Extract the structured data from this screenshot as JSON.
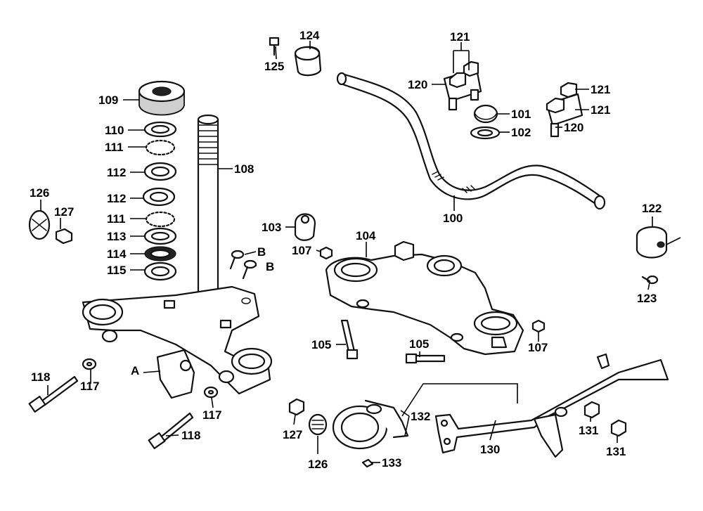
{
  "callouts": [
    {
      "id": "c124",
      "text": "124"
    },
    {
      "id": "c125",
      "text": "125"
    },
    {
      "id": "c121a",
      "text": "121"
    },
    {
      "id": "c120a",
      "text": "120"
    },
    {
      "id": "c121b",
      "text": "121"
    },
    {
      "id": "c121c",
      "text": "121"
    },
    {
      "id": "c101",
      "text": "101"
    },
    {
      "id": "c102",
      "text": "102"
    },
    {
      "id": "c120b",
      "text": "120"
    },
    {
      "id": "c109",
      "text": "109"
    },
    {
      "id": "c110",
      "text": "110"
    },
    {
      "id": "c111a",
      "text": "111"
    },
    {
      "id": "c112a",
      "text": "112"
    },
    {
      "id": "c112b",
      "text": "112"
    },
    {
      "id": "c111b",
      "text": "111"
    },
    {
      "id": "c113",
      "text": "113"
    },
    {
      "id": "c114",
      "text": "114"
    },
    {
      "id": "c115",
      "text": "115"
    },
    {
      "id": "c108",
      "text": "108"
    },
    {
      "id": "c126a",
      "text": "126"
    },
    {
      "id": "c127a",
      "text": "127"
    },
    {
      "id": "c103",
      "text": "103"
    },
    {
      "id": "c104",
      "text": "104"
    },
    {
      "id": "c107a",
      "text": "107"
    },
    {
      "id": "c100",
      "text": "100"
    },
    {
      "id": "c122",
      "text": "122"
    },
    {
      "id": "c123",
      "text": "123"
    },
    {
      "id": "cBa",
      "text": "B"
    },
    {
      "id": "cBb",
      "text": "B"
    },
    {
      "id": "c105a",
      "text": "105"
    },
    {
      "id": "c105b",
      "text": "105"
    },
    {
      "id": "c107b",
      "text": "107"
    },
    {
      "id": "c118a",
      "text": "118"
    },
    {
      "id": "c117a",
      "text": "117"
    },
    {
      "id": "cA",
      "text": "A"
    },
    {
      "id": "c117b",
      "text": "117"
    },
    {
      "id": "c118b",
      "text": "118"
    },
    {
      "id": "c127b",
      "text": "127"
    },
    {
      "id": "c126b",
      "text": "126"
    },
    {
      "id": "c132",
      "text": "132"
    },
    {
      "id": "c133",
      "text": "133"
    },
    {
      "id": "c130",
      "text": "130"
    },
    {
      "id": "c131a",
      "text": "131"
    },
    {
      "id": "c131b",
      "text": "131"
    }
  ]
}
